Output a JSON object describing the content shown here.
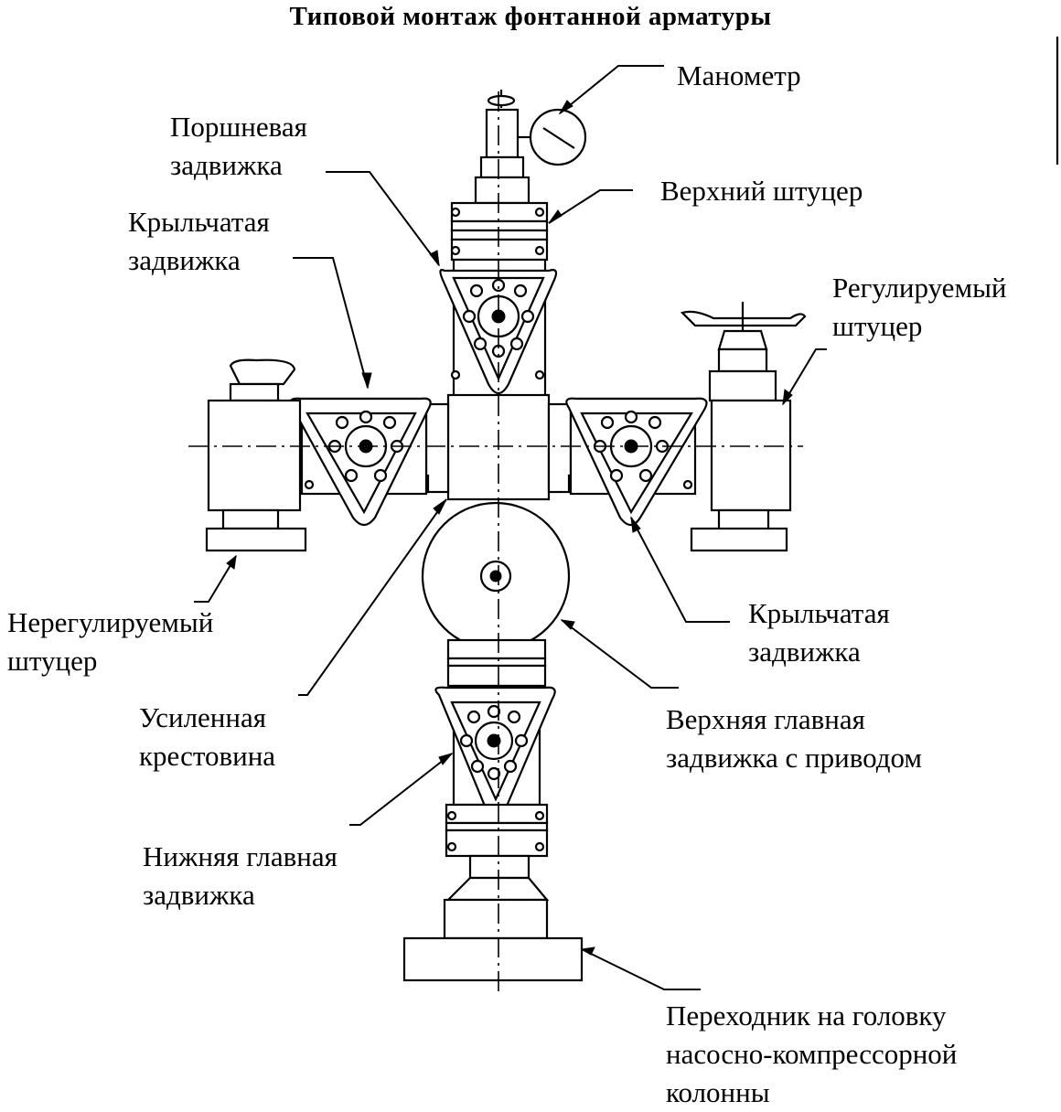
{
  "title": "Типовой монтаж фонтанной арматуры",
  "labels": {
    "manometer": "Манометр",
    "piston_valve": [
      "Поршневая",
      "задвижка"
    ],
    "upper_choke": "Верхний штуцер",
    "wing_valve_left": [
      "Крыльчатая",
      "задвижка"
    ],
    "adjustable_choke": [
      "Регулируемый",
      "штуцер"
    ],
    "fixed_choke": [
      "Нерегулируемый",
      "штуцер"
    ],
    "wing_valve_right": [
      "Крыльчатая",
      "задвижка"
    ],
    "reinforced_cross": [
      "Усиленная",
      "крестовина"
    ],
    "upper_master_valve": [
      "Верхняя главная",
      "задвижка с приводом"
    ],
    "lower_master_valve": [
      "Нижняя главная",
      "задвижка"
    ],
    "adapter": [
      "Переходник на головку",
      "насосно-компрессорной",
      "колонны"
    ]
  }
}
